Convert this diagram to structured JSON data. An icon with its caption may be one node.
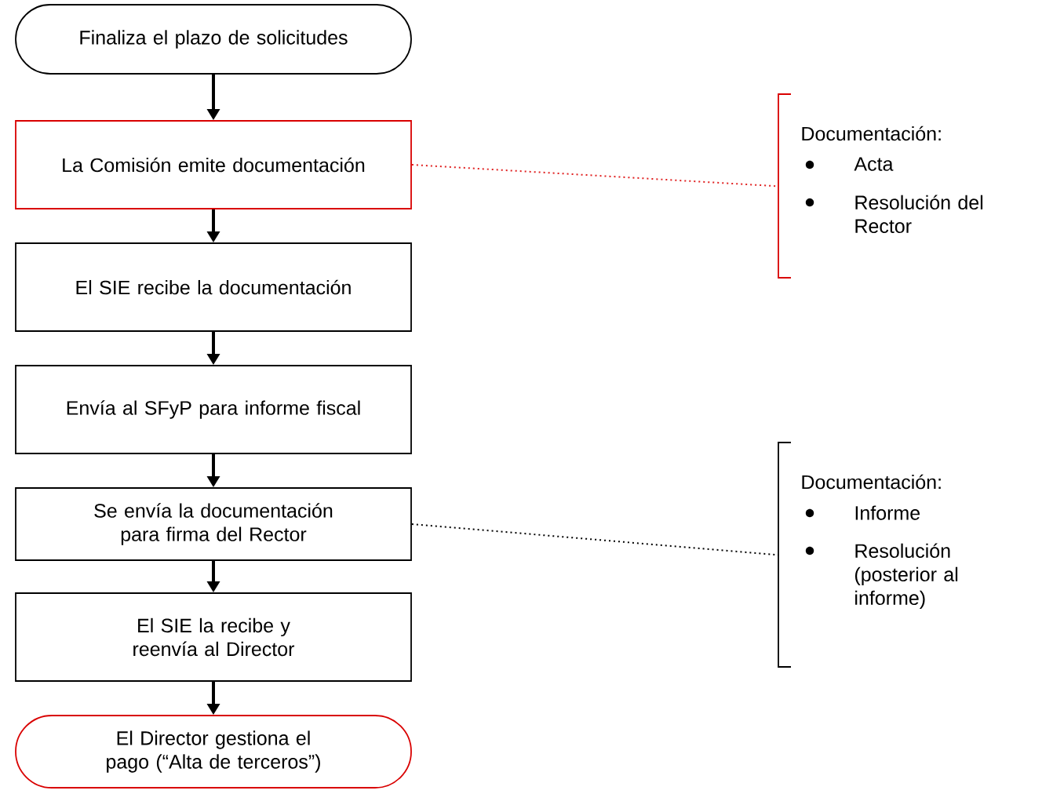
{
  "diagram": {
    "nodes": [
      {
        "text": [
          "Finaliza el plazo de solicitudes"
        ]
      },
      {
        "text": [
          "La Comisión emite documentación"
        ]
      },
      {
        "text": [
          "El SIE recibe la documentación"
        ]
      },
      {
        "text": [
          "Envía al SFyP para informe fiscal"
        ]
      },
      {
        "text": [
          "Se envía la documentación para firma del Rector"
        ]
      },
      {
        "text": [
          "El SIE la recibe y reenvía al Director"
        ]
      },
      {
        "text": [
          "El Director gestiona el pago (“Alta de terceros”)"
        ]
      },
      {
        "text": [
          "Documentación:",
          "Acta",
          "Resolución del Rector"
        ]
      },
      {
        "text": [
          "Documentación:",
          "Informe",
          "Resolución (posterior al informe)"
        ]
      }
    ],
    "edges": [
      {
        "from": 0,
        "to": 1,
        "arrow": "to"
      },
      {
        "from": 1,
        "to": 2,
        "arrow": "to"
      },
      {
        "from": 2,
        "to": 3,
        "arrow": "to"
      },
      {
        "from": 3,
        "to": 4,
        "arrow": "to"
      },
      {
        "from": 4,
        "to": 5,
        "arrow": "to"
      },
      {
        "from": 5,
        "to": 6,
        "arrow": "to"
      },
      {
        "from": 1,
        "to": 7,
        "arrow": "none",
        "style": "dashed",
        "color": "#e02020"
      },
      {
        "from": 4,
        "to": 8,
        "arrow": "none",
        "style": "dashed"
      }
    ]
  }
}
